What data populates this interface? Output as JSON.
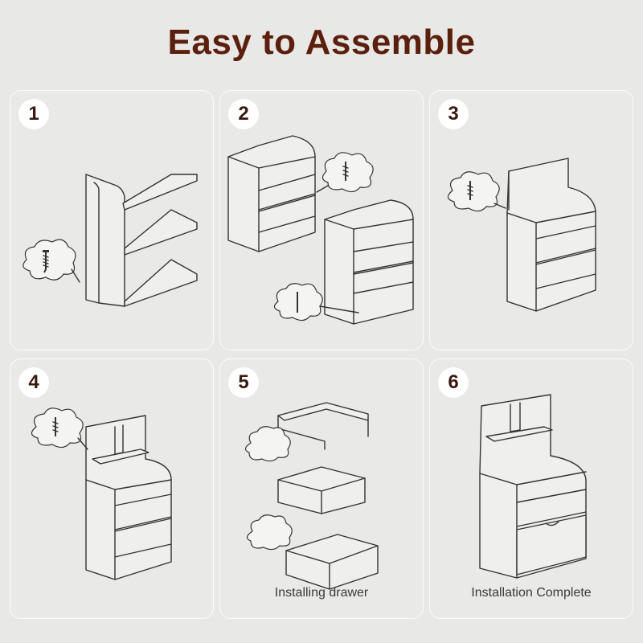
{
  "title": "Easy to Assemble",
  "panels": [
    {
      "number": "1",
      "caption": ""
    },
    {
      "number": "2",
      "caption": ""
    },
    {
      "number": "3",
      "caption": ""
    },
    {
      "number": "4",
      "caption": ""
    },
    {
      "number": "5",
      "caption": "Installing drawer"
    },
    {
      "number": "6",
      "caption": "Installation Complete"
    }
  ],
  "colors": {
    "title": "#5b1f0d",
    "background": "#e8e8e6",
    "badge": "#ffffff"
  }
}
